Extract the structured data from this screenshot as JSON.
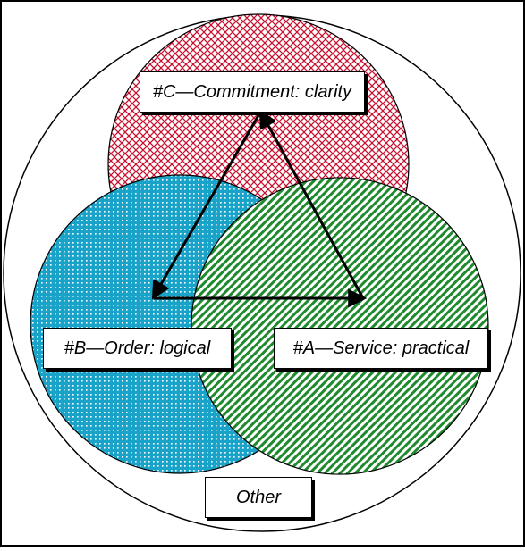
{
  "diagram": {
    "sets": [
      {
        "id": "C",
        "label": "#C—Commitment: clarity",
        "color": "#c8102e",
        "pattern": "crosshatch"
      },
      {
        "id": "B",
        "label": "#B—Order: logical",
        "color": "#1aa3c8",
        "pattern": "dots"
      },
      {
        "id": "A",
        "label": "#A—Service: practical",
        "color": "#1f8a2e",
        "pattern": "diagonal"
      }
    ],
    "outer_label": "Other",
    "arrows": [
      {
        "from": "C",
        "to": "B"
      },
      {
        "from": "B",
        "to": "A"
      },
      {
        "from": "A",
        "to": "C"
      }
    ]
  }
}
